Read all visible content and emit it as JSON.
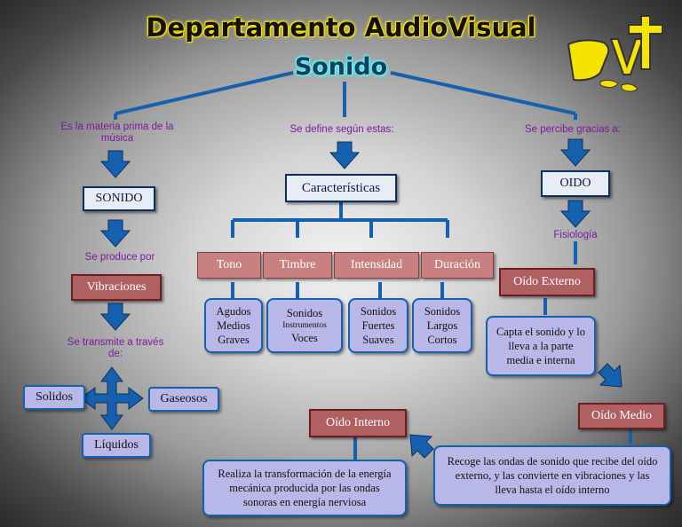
{
  "header": {
    "title": "Departamento AudioVisual",
    "subtitle": "Sonido",
    "logo": "DAV"
  },
  "left": {
    "note_top": "Es la materia prima de la música",
    "box_sonido": "SONIDO",
    "note_produce": "Se produce por",
    "box_vibraciones": "Vibraciones",
    "note_transmite": "Se transmite a través de:",
    "media": {
      "solidos": "Solidos",
      "gaseosos": "Gaseosos",
      "liquidos": "Líquidos"
    }
  },
  "center": {
    "note_top": "Se define según estas:",
    "box_caracteristicas": "Características",
    "characteristics": [
      {
        "label": "Tono",
        "details": [
          "Agudos",
          "Medios",
          "Graves"
        ]
      },
      {
        "label": "Timbre",
        "details": [
          "Sonidos",
          "Instrumentos",
          "Voces"
        ]
      },
      {
        "label": "Intensidad",
        "details": [
          "Sonidos",
          "Fuertes",
          "Suaves"
        ]
      },
      {
        "label": "Duración",
        "details": [
          "Sonidos",
          "Largos",
          "Cortos"
        ]
      }
    ]
  },
  "right": {
    "note_top": "Se percibe gracias a:",
    "box_oido": "OIDO",
    "note_fisiologia": "Fisiología",
    "oido_externo": "Oído Externo",
    "oido_externo_desc": "Capta el sonido y lo lleva a la parte media e interna",
    "oido_medio": "Oído Medio",
    "oido_medio_desc": "Recoge las ondas de sonido que recibe del oído externo, y las convierte en vibraciones y las lleva hasta el oído interno",
    "oido_interno": "Oído Interno",
    "oido_interno_desc": "Realiza la transformación de la energía mecánica producida por las ondas sonoras en energía nerviosa"
  },
  "colors": {
    "accent_blue": "#1660b0",
    "note_purple": "#7a1aa0",
    "red_box": "#b06060",
    "lavender": "#b8b8e8"
  }
}
